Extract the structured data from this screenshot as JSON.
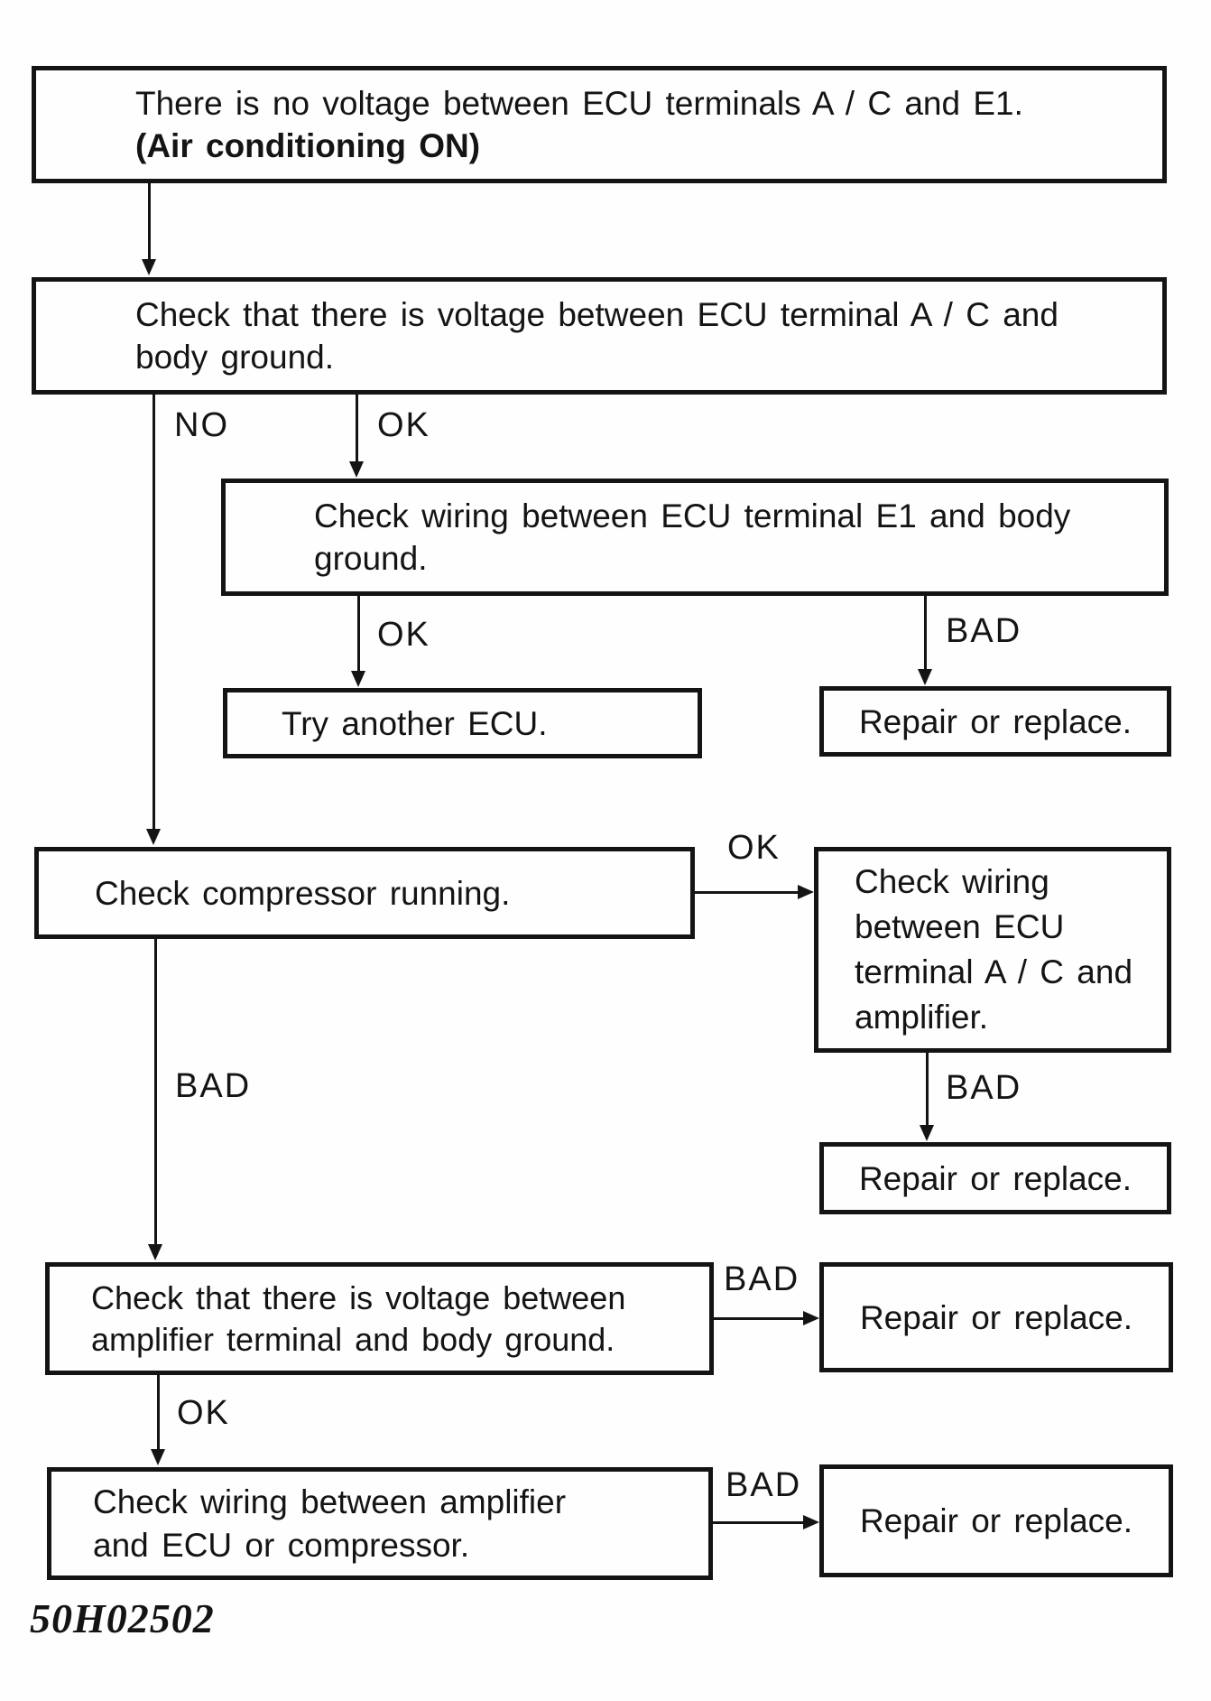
{
  "colors": {
    "ink": "#141414",
    "paper": "#fefefe"
  },
  "flowchart": {
    "nodes": {
      "no_voltage": {
        "lines": [
          "There is no voltage between ECU terminals A / C and E1.",
          "(Air conditioning ON)"
        ]
      },
      "check_voltage_ecu_ac": {
        "lines": [
          "Check that there is voltage between ECU terminal A / C and",
          "body ground."
        ]
      },
      "check_wiring_e1": {
        "lines": [
          "Check wiring between ECU terminal E1 and body",
          "ground."
        ]
      },
      "try_another_ecu": {
        "lines": [
          "Try another ECU."
        ]
      },
      "repair_1": {
        "lines": [
          "Repair or replace."
        ]
      },
      "check_compressor": {
        "lines": [
          "Check compressor running."
        ]
      },
      "check_wiring_ac_amplifier": {
        "lines": [
          "Check wiring",
          "between ECU",
          "terminal A / C and",
          "amplifier."
        ]
      },
      "repair_2": {
        "lines": [
          "Repair or replace."
        ]
      },
      "check_voltage_amplifier": {
        "lines": [
          "Check that there is voltage between",
          "amplifier terminal and body ground."
        ]
      },
      "repair_3": {
        "lines": [
          "Repair or replace."
        ]
      },
      "check_wiring_amplifier_ecu": {
        "lines": [
          "Check wiring between amplifier",
          "and ECU or compressor."
        ]
      },
      "repair_4": {
        "lines": [
          "Repair or replace."
        ]
      }
    },
    "labels": {
      "no1": "NO",
      "ok1": "OK",
      "ok2": "OK",
      "bad1": "BAD",
      "ok3": "OK",
      "bad2": "BAD",
      "bad3": "BAD",
      "bad4": "BAD",
      "ok4": "OK",
      "bad5": "BAD"
    }
  },
  "footer": {
    "figure_code": "50H02502"
  }
}
